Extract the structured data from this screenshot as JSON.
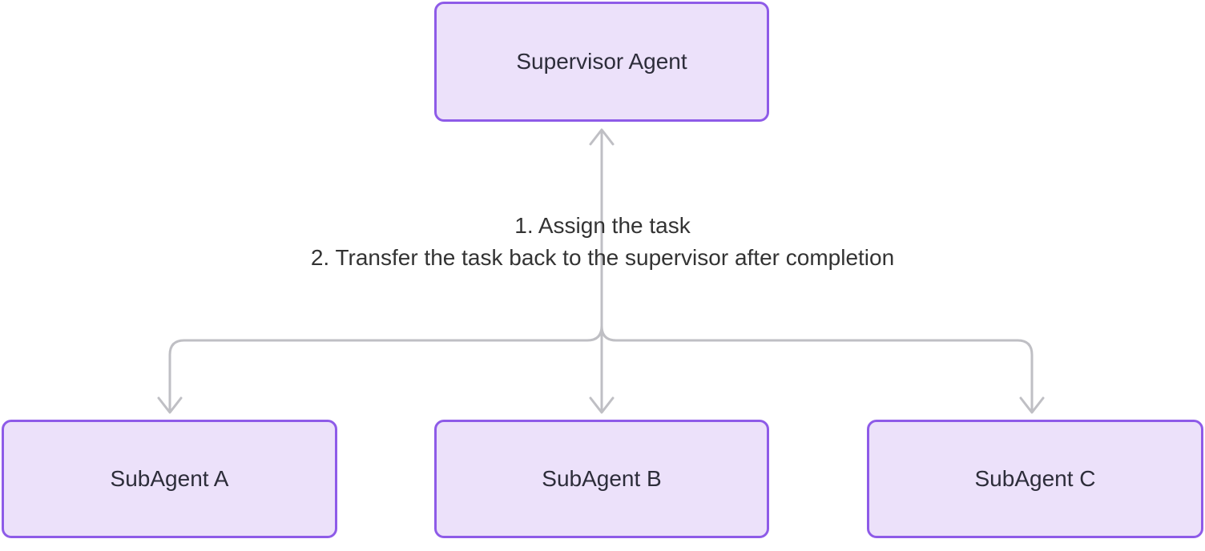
{
  "diagram": {
    "title_hint": "supervisor-multi-agent-flowchart",
    "nodes": [
      {
        "id": "supervisor",
        "label": "Supervisor Agent"
      },
      {
        "id": "subagent-a",
        "label": "SubAgent A"
      },
      {
        "id": "subagent-b",
        "label": "SubAgent B"
      },
      {
        "id": "subagent-c",
        "label": "SubAgent C"
      }
    ],
    "edge_label": {
      "line1": "1. Assign the task",
      "line2": "2. Transfer the task back to the supervisor after completion"
    },
    "edges": [
      {
        "from": "subagents-junction",
        "to": "supervisor",
        "arrowhead": "up-chevron"
      },
      {
        "from": "supervisor",
        "to": "subagent-a",
        "arrowhead": "down-chevron"
      },
      {
        "from": "supervisor",
        "to": "subagent-b",
        "arrowhead": "down-chevron"
      },
      {
        "from": "supervisor",
        "to": "subagent-c",
        "arrowhead": "down-chevron"
      }
    ]
  },
  "colors": {
    "node_fill": "#ECE1FA",
    "node_border": "#8E5BE8",
    "node_text": "#2D2D3A",
    "edge": "#BFBFC4",
    "label_text": "#333333",
    "background": "#FFFFFF"
  }
}
